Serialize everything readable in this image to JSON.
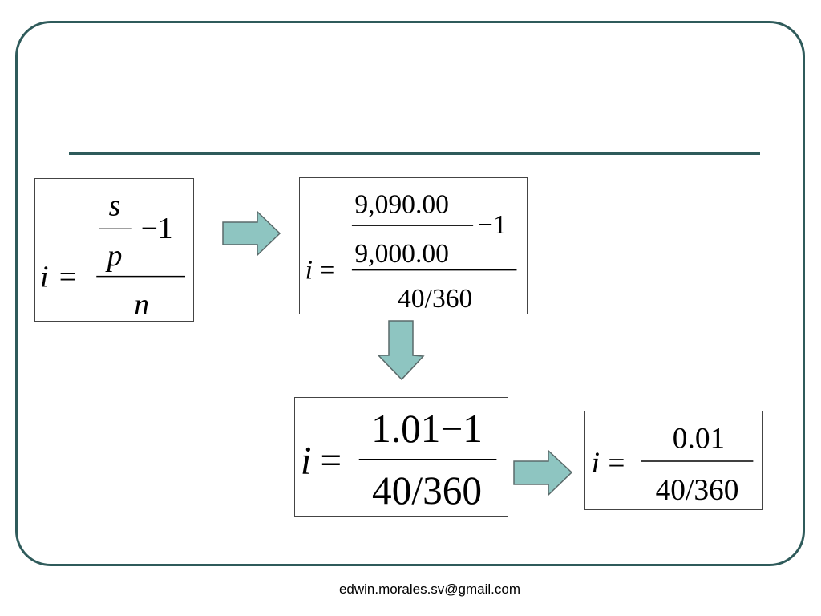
{
  "slide": {
    "footer_email": "edwin.morales.sv@gmail.com"
  },
  "colors": {
    "frame": "#2f5b5b",
    "arrow_fill": "#8ec5c1",
    "arrow_stroke": "#5a6a6a"
  },
  "equations": {
    "formula": {
      "lhs": "i",
      "equals": "=",
      "numerator_top": "s",
      "numerator_bottom": "p",
      "minus_one": "−1",
      "denominator": "n"
    },
    "substituted": {
      "lhs": "i",
      "equals": "=",
      "numerator_top": "9,090.00",
      "numerator_bottom": "9,000.00",
      "minus_one": "−1",
      "denominator": "40/360"
    },
    "simplified": {
      "lhs": "i",
      "equals": "=",
      "numerator": "1.01−1",
      "denominator": "40/360"
    },
    "result": {
      "lhs": "i",
      "equals": "=",
      "numerator": "0.01",
      "denominator": "40/360"
    }
  },
  "icons": [
    "right-arrow-icon",
    "down-arrow-icon",
    "right-arrow-icon"
  ]
}
